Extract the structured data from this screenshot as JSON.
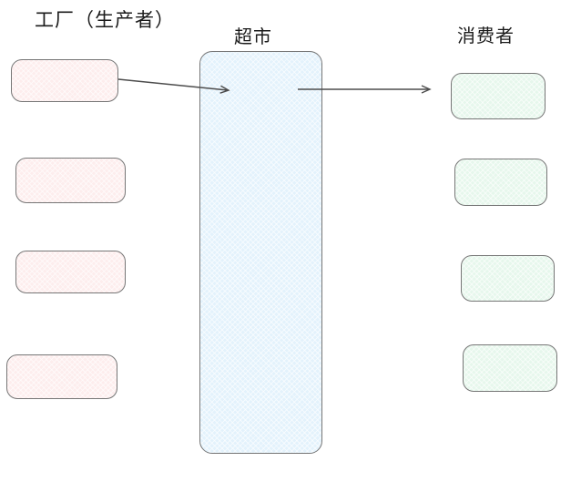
{
  "diagram": {
    "type": "flow",
    "columns": [
      {
        "id": "producers",
        "label": "工厂（生产者）",
        "role": "source",
        "node_count": 4
      },
      {
        "id": "supermarket",
        "label": "超市",
        "role": "intermediary",
        "node_count": 1
      },
      {
        "id": "consumers",
        "label": "消费者",
        "role": "sink",
        "node_count": 4
      }
    ],
    "edges": [
      {
        "from": "producer-1",
        "to": "supermarket",
        "direction": "right"
      },
      {
        "from": "supermarket",
        "to": "consumer-1",
        "direction": "right"
      }
    ]
  },
  "colors": {
    "canvas-bg": "#ffffff",
    "text-color": "#1b1b1b",
    "shape-border": "#767676",
    "arrow-color": "#4d4d4d",
    "producer-fill": "#fdeded",
    "supermarket-fill": "#e3f2fc",
    "consumer-fill": "#e6f7ec"
  }
}
